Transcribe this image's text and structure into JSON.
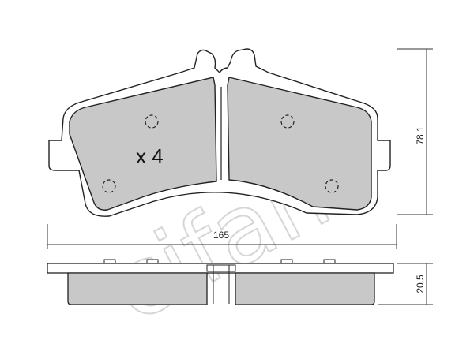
{
  "quantity_label": "x 4",
  "dimensions": {
    "width": "165",
    "height": "78.1",
    "thickness": "20.5"
  },
  "watermark": "cifam",
  "colors": {
    "friction_fill": "#c8c8c8",
    "outline": "#222222",
    "dimension_line": "#333333",
    "watermark": "#d6d6d6"
  }
}
